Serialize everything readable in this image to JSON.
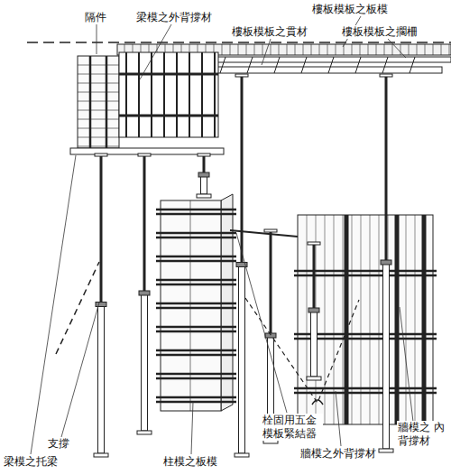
{
  "diagram": {
    "labels": [
      "隔件",
      "梁模之外背撐材",
      "樓板模板之板模",
      "樓板模板之貫材",
      "樓板模板之擱柵",
      "支撐",
      "梁模之托梁",
      "柱模之板模",
      "栓固用五金 模板緊結器",
      "牆模之外背撐材",
      "牆模之 內背撐材"
    ]
  }
}
